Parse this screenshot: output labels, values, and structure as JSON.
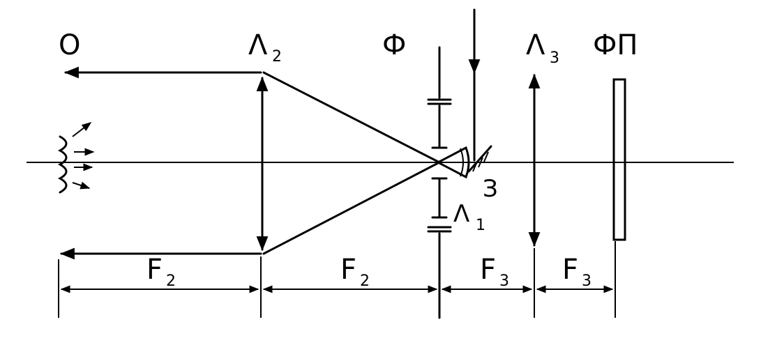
{
  "labels": {
    "object": "О",
    "lens2": "Λ",
    "lens2_sub": "2",
    "filter": "Ф",
    "lens3": "Λ",
    "lens3_sub": "3",
    "photo_receiver": "ФП",
    "lens1": "Λ",
    "lens1_sub": "1",
    "mirror": "З"
  },
  "dimensions": {
    "f2_first": "F",
    "f2_first_sub": "2",
    "f2_second": "F",
    "f2_second_sub": "2",
    "f3_first": "F",
    "f3_first_sub": "3",
    "f3_second": "F",
    "f3_second_sub": "3"
  }
}
